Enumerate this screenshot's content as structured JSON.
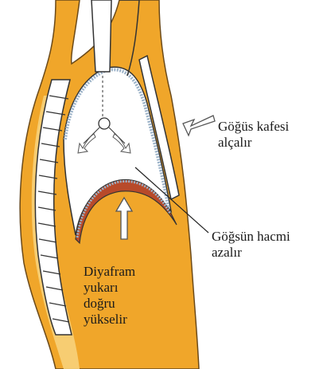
{
  "labels": {
    "ribcage": [
      "Göğüs kafesi",
      "alçalır"
    ],
    "volume": [
      "Göğsün hacmi",
      "azalır"
    ],
    "diaphragm": [
      "Diyafram",
      "yukarı",
      "doğru",
      "yükselir"
    ]
  },
  "colors": {
    "tissue": "#f0a62a",
    "tissue_light": "#f7d27a",
    "diaphragm_muscle": "#b84a2a",
    "pleura": "#9bb2c8",
    "bone": "#ffffff",
    "outline": "#333333",
    "arrow_fill": "#ffffff"
  }
}
